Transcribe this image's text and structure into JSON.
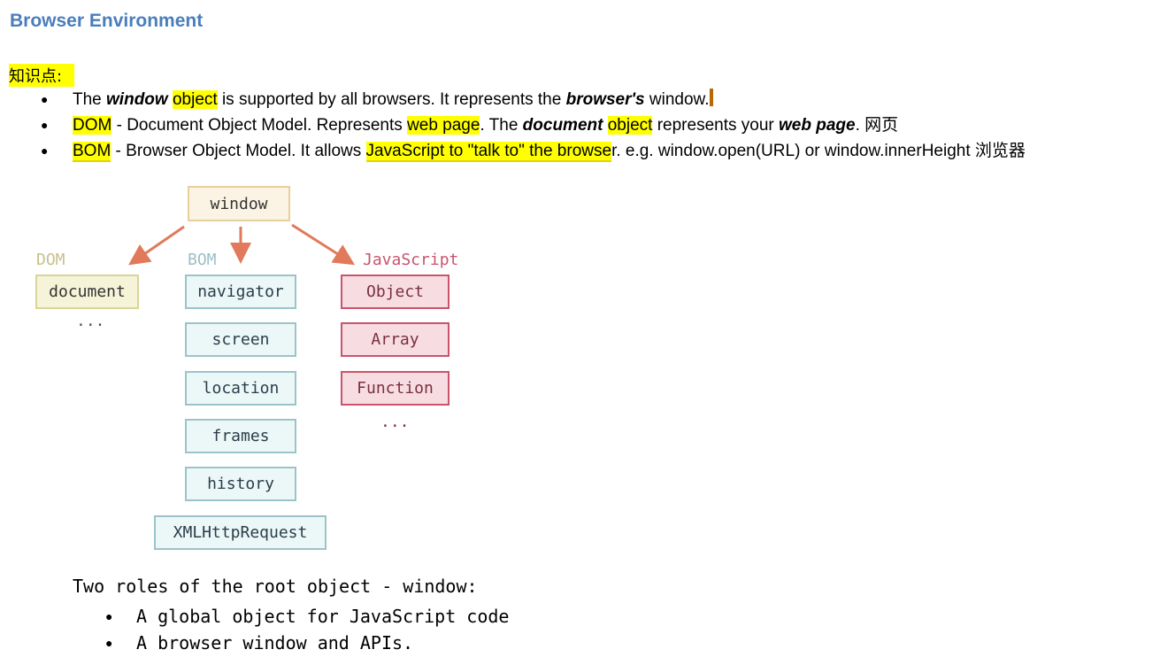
{
  "heading": "Browser Environment",
  "knowledge_label": "知识点:",
  "bullets": {
    "b1": {
      "a": "The ",
      "b": "window",
      "c": " ",
      "d": "object",
      "e": " is supported by all browsers. It represents the ",
      "f": "browser's",
      "g": " window."
    },
    "b2": {
      "a": "DOM",
      "b": " - Document Object Model. Represents ",
      "c": "web page",
      "d": ". The ",
      "e": "document",
      "f": " ",
      "g": "object",
      "h": " represents your ",
      "i": "web page",
      "j": ". ",
      "k": "网页"
    },
    "b3": {
      "a": "BOM",
      "b": " - Browser Object Model. It allows ",
      "c": "JavaScript to \"talk to\" the browse",
      "d": "r. e.g. window.open(URL) or window.innerHeight ",
      "e": "浏览器"
    }
  },
  "bullet_char": "●",
  "diagram": {
    "root": "window",
    "groups": {
      "dom": {
        "label": "DOM",
        "items": [
          "document"
        ],
        "more": "..."
      },
      "bom": {
        "label": "BOM",
        "items": [
          "navigator",
          "screen",
          "location",
          "frames",
          "history",
          "XMLHttpRequest"
        ]
      },
      "js": {
        "label": "JavaScript",
        "items": [
          "Object",
          "Array",
          "Function"
        ],
        "more": "..."
      }
    },
    "colors": {
      "arrow": "#e07a5a",
      "dom_label": "#c7c08a",
      "bom_label": "#9bbfc6",
      "js_label": "#c9546c"
    }
  },
  "roles": {
    "intro": "Two roles of the root object - window:",
    "items": [
      "A global object for JavaScript code",
      "A browser window and APIs."
    ]
  }
}
